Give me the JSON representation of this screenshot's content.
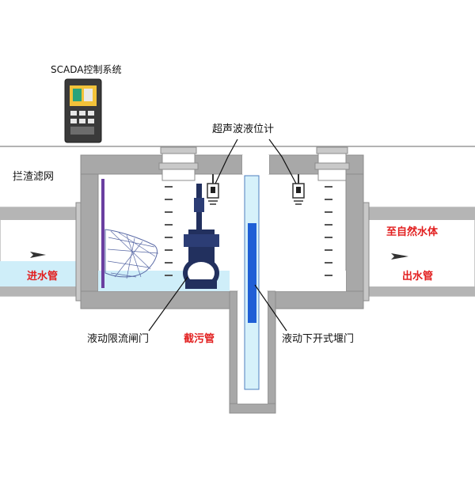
{
  "labels": {
    "scada": "SCADA控制系统",
    "screen": "拦渣滤网",
    "ultrasonic": "超声波液位计",
    "inlet": "进水管",
    "outlet": "出水管",
    "destination": "至自然水体",
    "gate": "液动限流闸门",
    "intercept": "截污管",
    "weir": "液动下开式堰门"
  },
  "colors": {
    "wall": "#a8a8a8",
    "wall_dark": "#8c8c8c",
    "water": "#cfeef9",
    "weir_blue": "#1f5fd6",
    "gate_navy": "#22305e",
    "screen_purple": "#6a3fa0",
    "label_red": "#e21f1f"
  },
  "icons": [
    "flow-arrow-icon",
    "scada-cabinet-icon",
    "ultrasonic-sensor-icon"
  ]
}
